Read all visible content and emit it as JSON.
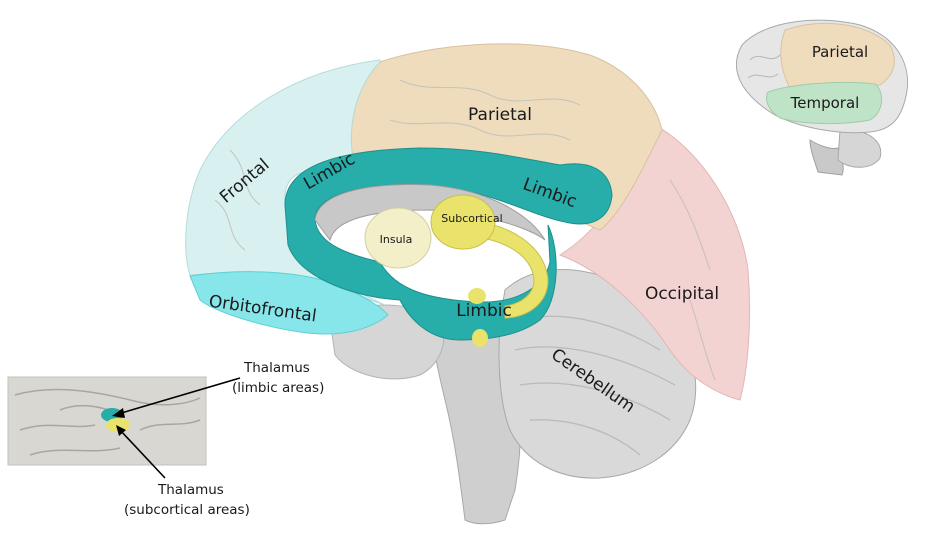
{
  "main_brain": {
    "regions": {
      "parietal": "Parietal",
      "frontal": "Frontal",
      "limbic_upper_left": "Limbic",
      "limbic_upper_right": "Limbic",
      "limbic_lower": "Limbic",
      "subcortical": "Subcortical",
      "insula": "Insula",
      "orbitofrontal": "Orbitofrontal",
      "occipital": "Occipital",
      "cerebellum": "Cerebellum"
    }
  },
  "lateral_inset": {
    "regions": {
      "parietal": "Parietal",
      "temporal": "Temporal"
    }
  },
  "thalamus_inset": {
    "label_limbic_line1": "Thalamus",
    "label_limbic_line2": "(limbic areas)",
    "label_subcortical_line1": "Thalamus",
    "label_subcortical_line2": "(subcortical areas)"
  },
  "colors": {
    "parietal": "#efdcbd",
    "frontal": "#d8f1f0",
    "limbic": "#27adaa",
    "subcortical": "#e9e36b",
    "insula": "#f2efc9",
    "orbitofrontal": "#86e6ea",
    "occipital": "#f3d3d2",
    "cerebellum": "#d9d9d9",
    "temporal": "#bfe3c6",
    "brainstem": "#c9c9c9"
  }
}
